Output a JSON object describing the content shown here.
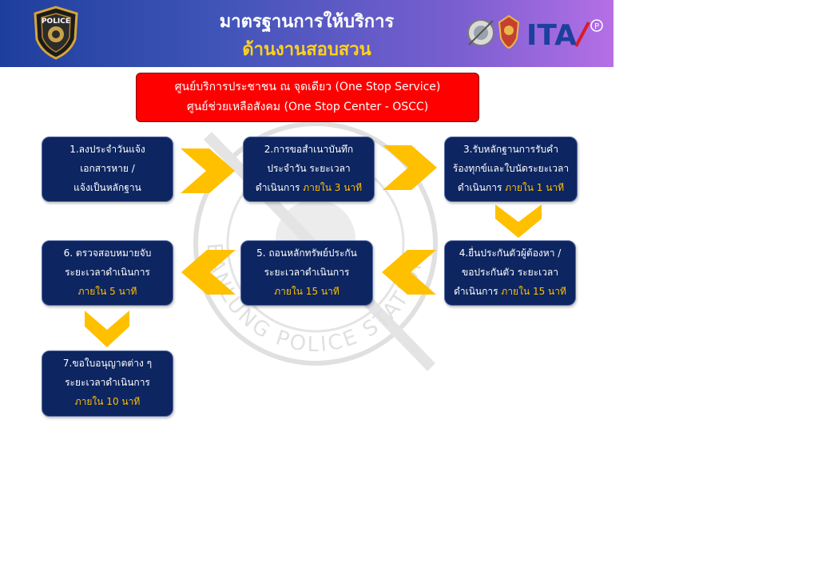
{
  "header": {
    "badge_text": "POLICE",
    "title_line1": "มาตรฐานการให้บริการ",
    "title_line2": "ด้านงานสอบสวน",
    "ita_logo_text": "ITA",
    "ita_mark": "P"
  },
  "service_box": {
    "line1": "ศูนย์บริการประชาชน ณ จุดเดียว (One Stop Service)",
    "line2": "ศูนย์ช่วยเหลือสังคม (One Stop Center - OSCC)"
  },
  "watermark_text": "BANLUNG POLICE STATION",
  "steps": [
    {
      "l1": "1.ลงประจำวันแจ้ง",
      "l2": "เอกสารหาย /",
      "l3": "แจ้งเป็นหลักฐาน",
      "l3_prefix": "",
      "l3_hl": ""
    },
    {
      "l1": "2.การขอสำเนาบันทึก",
      "l2": "ประจำวัน ระยะเวลา",
      "l3": "",
      "l3_prefix": "ดำเนินการ ",
      "l3_hl": "ภายใน 3 นาที"
    },
    {
      "l1": "3.รับหลักฐานการรับคำ",
      "l2": "ร้องทุกข์และใบนัดระยะเวลา",
      "l3": "",
      "l3_prefix": "ดำเนินการ ",
      "l3_hl": "ภายใน 1 นาที"
    },
    {
      "l1": "4.ยื่นประกันตัวผู้ต้องหา /",
      "l2": "ขอประกันตัว ระยะเวลา",
      "l3": "",
      "l3_prefix": "ดำเนินการ ",
      "l3_hl": "ภายใน 15 นาที"
    },
    {
      "l1": "5. ถอนหลักทรัพย์ประกัน",
      "l2": "ระยะเวลาดำเนินการ",
      "l3": "",
      "l3_prefix": "",
      "l3_hl": "ภายใน 15 นาที"
    },
    {
      "l1": "6. ตรวจสอบหมายจับ",
      "l2": "ระยะเวลาดำเนินการ",
      "l3": "",
      "l3_prefix": "",
      "l3_hl": "ภายใน 5 นาที"
    },
    {
      "l1": "7.ขอใบอนุญาตต่าง ๆ",
      "l2": "ระยะเวลาดำเนินการ",
      "l3": "",
      "l3_prefix": "",
      "l3_hl": "ภายใน 10 นาที"
    }
  ],
  "colors": {
    "step_bg": "#0d2560",
    "arrow": "#ffc000",
    "highlight": "#ffc000",
    "service_bg": "#ff0000"
  }
}
